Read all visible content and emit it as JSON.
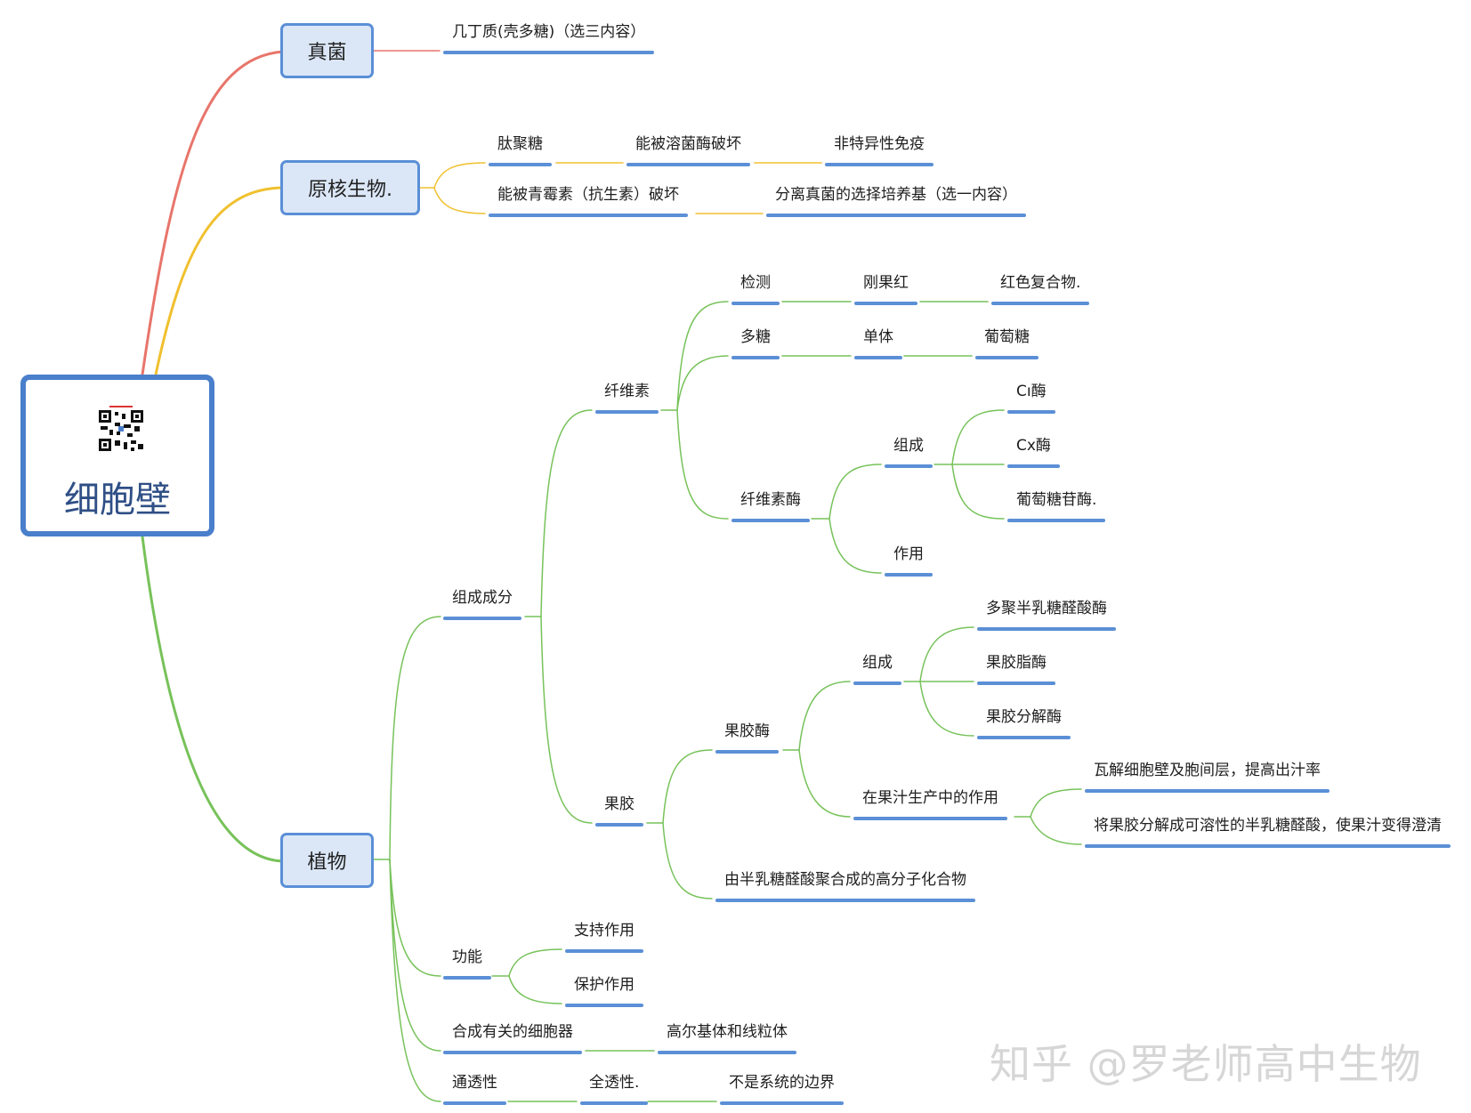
{
  "center": {
    "label": "细胞壁"
  },
  "branches": {
    "fungi": {
      "label": "真菌",
      "color": "#e8756b",
      "items": {
        "chitin": "几丁质(壳多糖)（选三内容）"
      }
    },
    "prokaryote": {
      "label": "原核生物.",
      "color": "#f0c02e",
      "items": {
        "peptidoglycan": "肽聚糖",
        "lysozyme": "能被溶菌酶破坏",
        "nonspecific": "非特异性免疫",
        "penicillin": "能被青霉素（抗生素）破坏",
        "select_medium": "分离真菌的选择培养基（选一内容）"
      }
    },
    "plant": {
      "label": "植物",
      "color": "#77c25a",
      "composition": {
        "label": "组成成分",
        "cellulose": {
          "label": "纤维素",
          "detect": "检测",
          "congo_red": "刚果红",
          "red_complex": "红色复合物.",
          "polysaccharide": "多糖",
          "monomer": "单体",
          "glucose": "葡萄糖",
          "cellulase": "纤维素酶",
          "cellulase_composition": "组成",
          "c1": "Cı酶",
          "cx": "Cx酶",
          "glucosidase": "葡萄糖苷酶.",
          "function": "作用"
        },
        "pectin": {
          "label": "果胶",
          "pectinase": "果胶酶",
          "pectinase_composition": "组成",
          "polygalacturonase": "多聚半乳糖醛酸酶",
          "pectin_lipase": "果胶脂酶",
          "pectin_lyase": "果胶分解酶",
          "juice_role": "在果汁生产中的作用",
          "role1": "瓦解细胞壁及胞间层，提高出汁率",
          "role2": "将果胶分解成可溶性的半乳糖醛酸，使果汁变得澄清",
          "definition": "由半乳糖醛酸聚合成的高分子化合物"
        }
      },
      "function": {
        "label": "功能",
        "support": "支持作用",
        "protect": "保护作用"
      },
      "organelles": {
        "label": "合成有关的细胞器",
        "value": "高尔基体和线粒体"
      },
      "permeability": {
        "label": "通透性",
        "value": "全透性.",
        "note": "不是系统的边界"
      }
    }
  },
  "watermark": "知乎 @罗老师高中生物"
}
